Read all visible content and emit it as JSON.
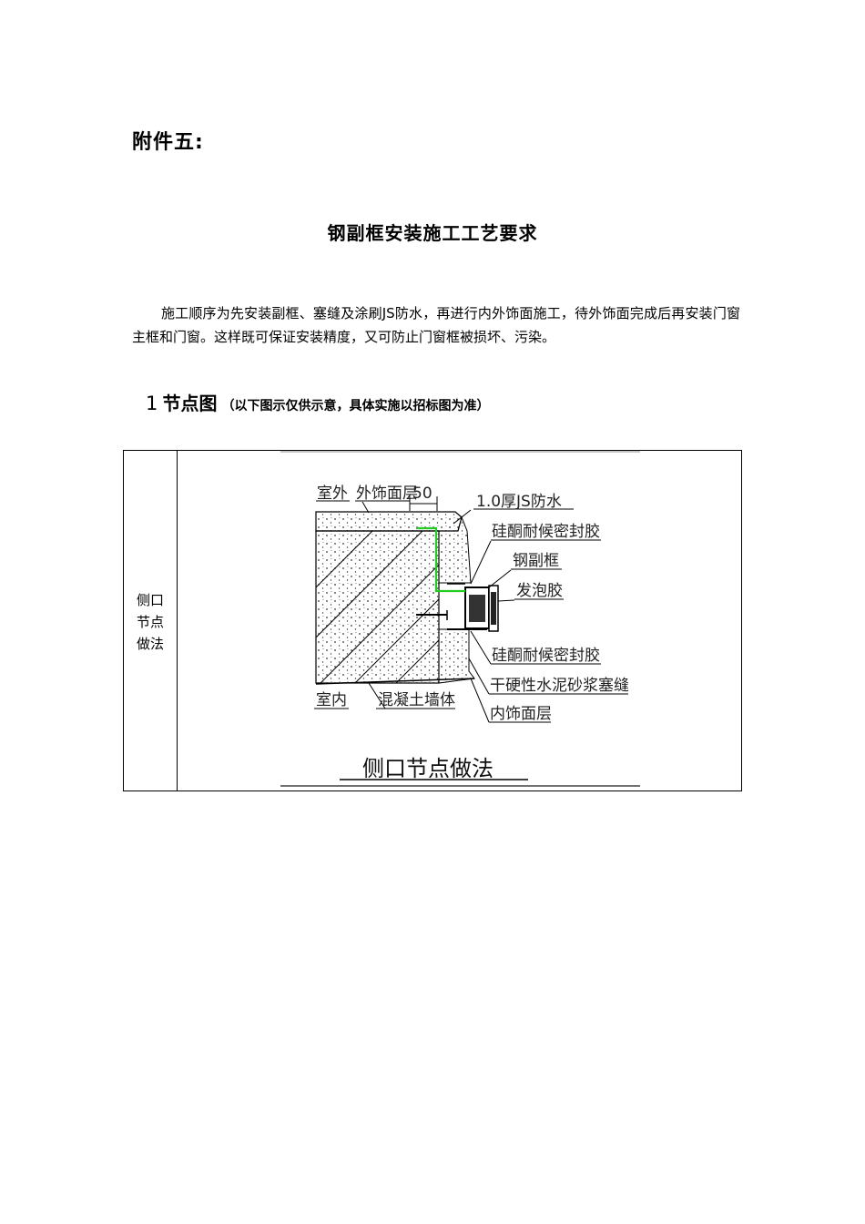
{
  "attachment_label": "附件五:",
  "title": "钢副框安装施工工艺要求",
  "intro": "施工顺序为先安装副框、塞缝及涂刷JS防水，再进行内外饰面施工，待外饰面完成后再安装门窗主框和门窗。这样既可保证安装精度，又可防止门窗框被损坏、污染。",
  "section": {
    "number": "1",
    "heading": "节点图",
    "note": "（以下图示仅供示意，具体实施以招标图为准）"
  },
  "table": {
    "row_label": [
      "侧口",
      "节点",
      "做法"
    ],
    "diagram": {
      "labels": {
        "outdoor": "室外",
        "outer_finish": "外饰面层",
        "dim_50": "50",
        "js_waterproof": "1.0厚JS防水",
        "silicone_top": "硅酮耐候密封胶",
        "steel_subframe": "钢副框",
        "foam": "发泡胶",
        "silicone_bottom": "硅酮耐候密封胶",
        "mortar": "干硬性水泥砂浆塞缝",
        "indoor": "室内",
        "concrete_wall": "混凝土墙体",
        "inner_finish": "内饰面层"
      },
      "caption": "侧口节点做法",
      "colors": {
        "waterproof_line": "#22cc22"
      }
    }
  }
}
